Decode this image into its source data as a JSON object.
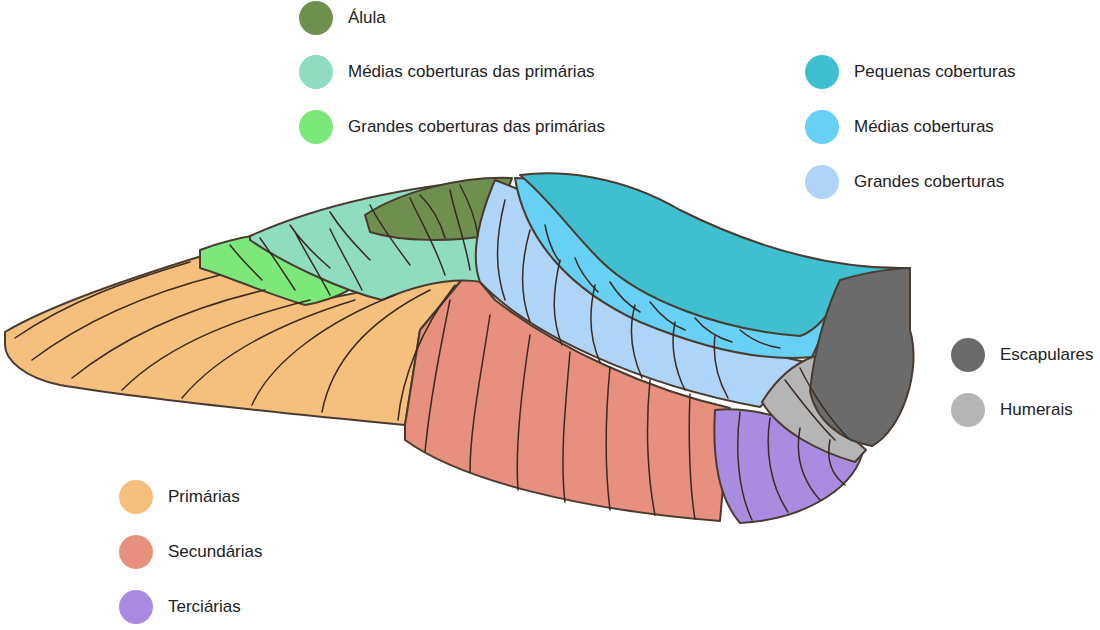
{
  "diagram": {
    "legend": [
      {
        "text": "Álula",
        "color": "#6e8f4e"
      },
      {
        "text": "Médias coberturas das primárias",
        "color": "#8fdcc0"
      },
      {
        "text": "Grandes coberturas das primárias",
        "color": "#7ce87a"
      },
      {
        "text": "Pequenas coberturas",
        "color": "#3fbfd0"
      },
      {
        "text": "Médias coberturas",
        "color": "#66d0f5"
      },
      {
        "text": "Grandes coberturas",
        "color": "#aed4f7"
      },
      {
        "text": "Escapulares",
        "color": "#6b6b6b"
      },
      {
        "text": "Humerais",
        "color": "#b5b5b5"
      },
      {
        "text": "Primárias",
        "color": "#f5c07e"
      },
      {
        "text": "Secundárias",
        "color": "#e8907e"
      },
      {
        "text": "Terciárias",
        "color": "#a98be0"
      }
    ]
  }
}
